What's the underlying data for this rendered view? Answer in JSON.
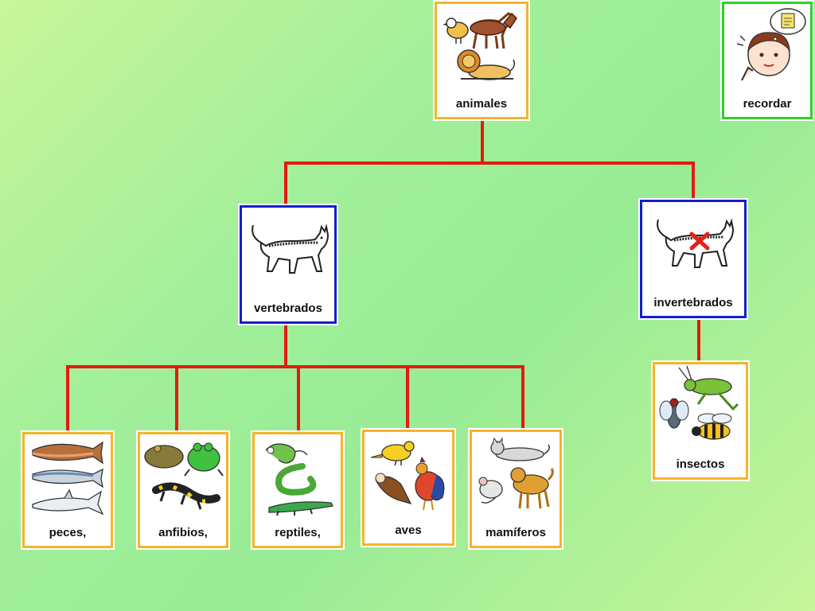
{
  "colors": {
    "connector": "#e31b10",
    "category_border": "#f5b52a",
    "group_border": "#1420c8",
    "recall_border": "#2ad22a"
  },
  "nodes": {
    "animales": {
      "label": "animales",
      "icon": "animals-icon"
    },
    "recordar": {
      "label": "recordar",
      "icon": "girl-thinking-icon"
    },
    "vertebrados": {
      "label": "vertebrados",
      "icon": "cat-skeleton-icon"
    },
    "invertebrados": {
      "label": "invertebrados",
      "icon": "cat-no-spine-icon"
    },
    "peces": {
      "label": "peces,",
      "icon": "fish-icon"
    },
    "anfibios": {
      "label": "anfibios,",
      "icon": "frog-icon"
    },
    "reptiles": {
      "label": "reptiles,",
      "icon": "reptile-icon"
    },
    "aves": {
      "label": "aves",
      "icon": "bird-icon"
    },
    "mamiferos": {
      "label": "mamíferos",
      "icon": "mammal-icon"
    },
    "insectos": {
      "label": "insectos",
      "icon": "insect-icon"
    }
  }
}
